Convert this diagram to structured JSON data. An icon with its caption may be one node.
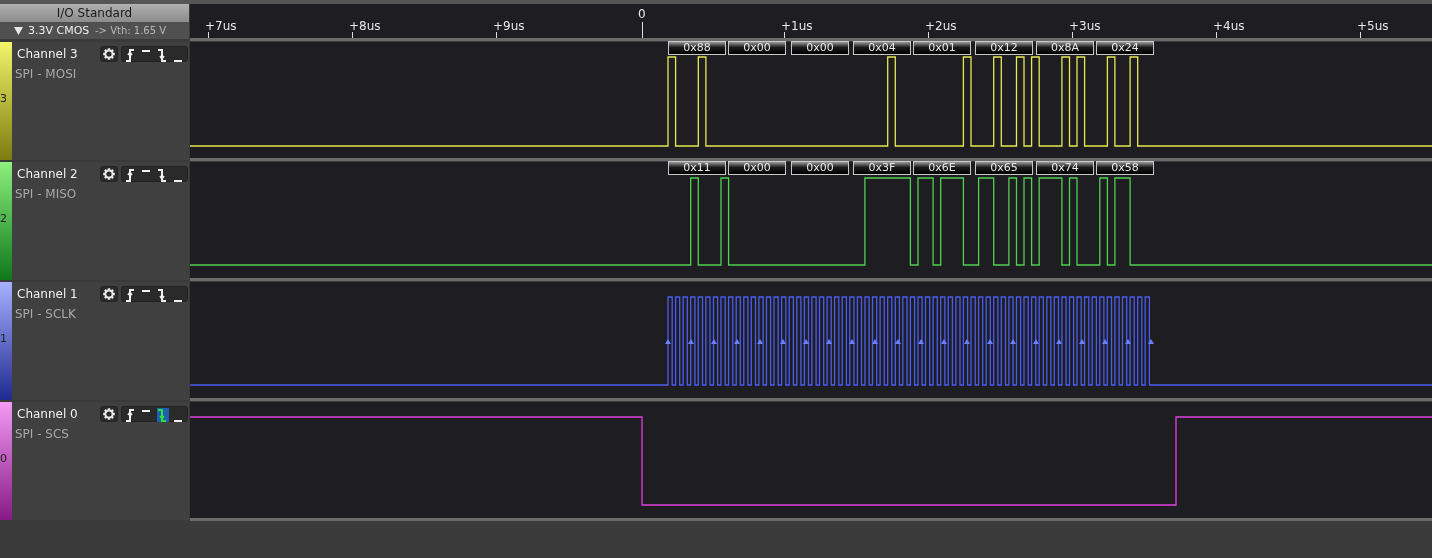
{
  "diagram": {
    "nodes": [
      {
        "text": [
          "Channel 3",
          "SPI - MOSI",
          "3"
        ]
      },
      {
        "text": [
          "0x88"
        ]
      },
      {
        "text": [
          "0x00"
        ]
      },
      {
        "text": [
          "0x00"
        ]
      },
      {
        "text": [
          "0x04"
        ]
      },
      {
        "text": [
          "0x01"
        ]
      },
      {
        "text": [
          "0x12"
        ]
      },
      {
        "text": [
          "0x8A"
        ]
      },
      {
        "text": [
          "0x24"
        ]
      },
      {
        "text": [
          "Channel 2",
          "SPI - MISO",
          "2"
        ]
      },
      {
        "text": [
          "0x11"
        ]
      },
      {
        "text": [
          "0x00"
        ]
      },
      {
        "text": [
          "0x00"
        ]
      },
      {
        "text": [
          "0x3F"
        ]
      },
      {
        "text": [
          "0x6E"
        ]
      },
      {
        "text": [
          "0x65"
        ]
      },
      {
        "text": [
          "0x74"
        ]
      },
      {
        "text": [
          "0x58"
        ]
      },
      {
        "text": [
          "Channel 1",
          "SPI - SCLK",
          "1"
        ]
      },
      {
        "text": [
          "Channel 0",
          "SPI - SCS",
          "0"
        ]
      }
    ],
    "labels": [
      "I/O Standard",
      "3.3V CMOS",
      "-> Vth: 1.65 V",
      "+7us",
      "+8us",
      "+9us",
      "0",
      "+1us",
      "+2us",
      "+3us",
      "+4us",
      "+5us"
    ]
  }
}
